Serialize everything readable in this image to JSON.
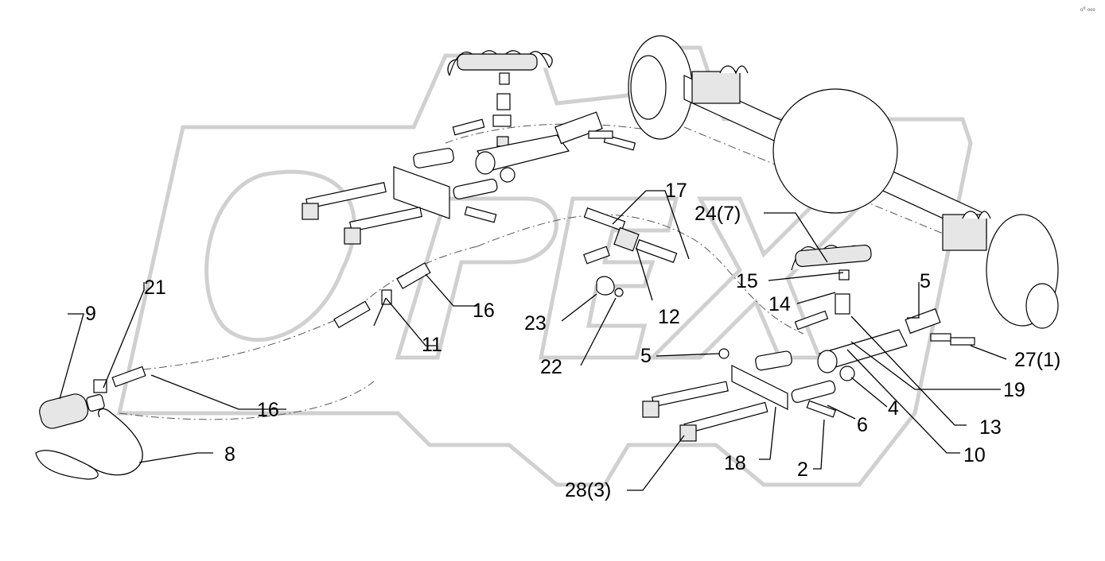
{
  "corner_mark": "₀⁰ ₀₀₀",
  "callouts": [
    {
      "id": "c17",
      "text": "17"
    },
    {
      "id": "c24",
      "text": "24(7)"
    },
    {
      "id": "c15",
      "text": "15"
    },
    {
      "id": "c5a",
      "text": "5"
    },
    {
      "id": "c14",
      "text": "14"
    },
    {
      "id": "c21",
      "text": "21"
    },
    {
      "id": "c9",
      "text": "9"
    },
    {
      "id": "c16a",
      "text": "16"
    },
    {
      "id": "c11",
      "text": "11"
    },
    {
      "id": "c23",
      "text": "23"
    },
    {
      "id": "c12",
      "text": "12"
    },
    {
      "id": "c22",
      "text": "22"
    },
    {
      "id": "c5b",
      "text": "5"
    },
    {
      "id": "c27",
      "text": "27(1)"
    },
    {
      "id": "c19",
      "text": "19"
    },
    {
      "id": "c4",
      "text": "4"
    },
    {
      "id": "c16b",
      "text": "16"
    },
    {
      "id": "c6",
      "text": "6"
    },
    {
      "id": "c13",
      "text": "13"
    },
    {
      "id": "c10",
      "text": "10"
    },
    {
      "id": "c8",
      "text": "8"
    },
    {
      "id": "c18",
      "text": "18"
    },
    {
      "id": "c2",
      "text": "2"
    },
    {
      "id": "c28",
      "text": "28(3)"
    }
  ]
}
